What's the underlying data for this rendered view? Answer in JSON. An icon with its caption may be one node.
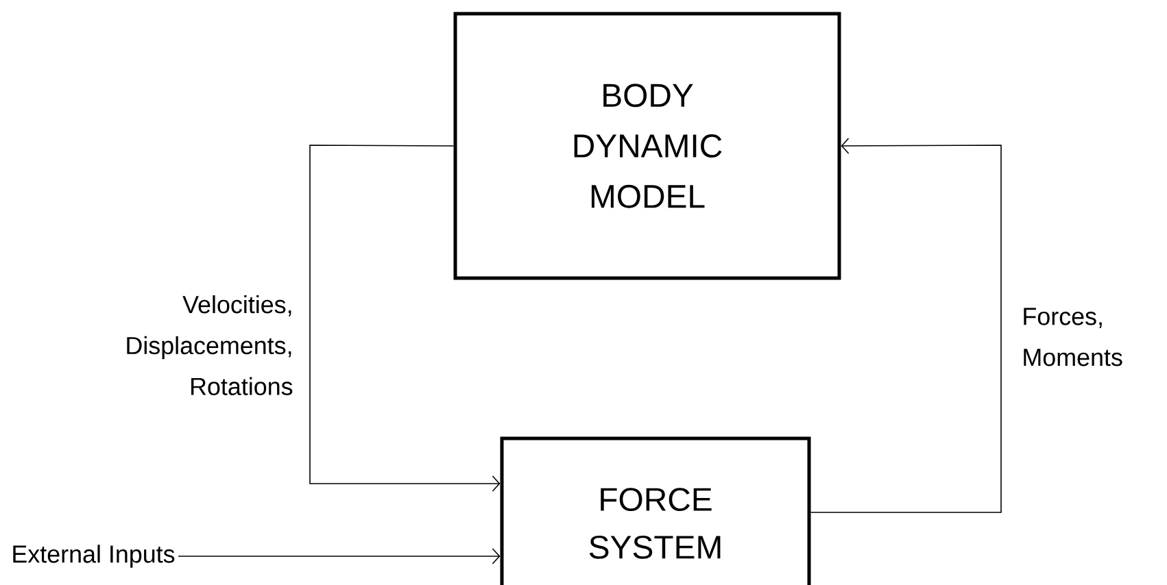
{
  "diagram": {
    "nodes": [
      {
        "text": [
          "BODY DYNAMIC MODEL"
        ]
      },
      {
        "text": [
          "FORCE SYSTEM"
        ]
      },
      {
        "text": [
          "External Inputs"
        ]
      }
    ],
    "edges": [
      {
        "from": 0,
        "to": 1,
        "arrow": "to",
        "label": "Velocities, Displacements, Rotations"
      },
      {
        "from": 1,
        "to": 0,
        "arrow": "to",
        "label": "Forces, Moments"
      },
      {
        "from": 2,
        "to": 1,
        "arrow": "to"
      }
    ]
  }
}
